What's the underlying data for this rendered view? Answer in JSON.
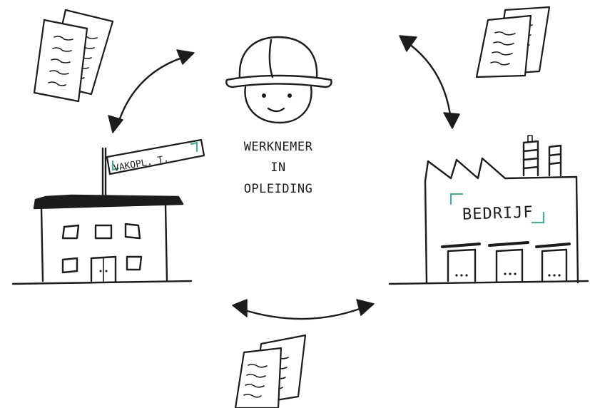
{
  "worker": {
    "label_line1": "WERKNEMER",
    "label_line2": "IN",
    "label_line3": "OPLEIDING"
  },
  "school": {
    "sign_text": "VAKOPL. T."
  },
  "company": {
    "sign_text": "BEDRIJF"
  },
  "colors": {
    "ink": "#1c1c1c",
    "accent": "#4aa89c",
    "background": "#ffffff"
  },
  "icons": [
    "document-stack-icon",
    "hard-hat-worker-icon",
    "school-building-icon",
    "factory-icon",
    "double-arrow-icon"
  ]
}
